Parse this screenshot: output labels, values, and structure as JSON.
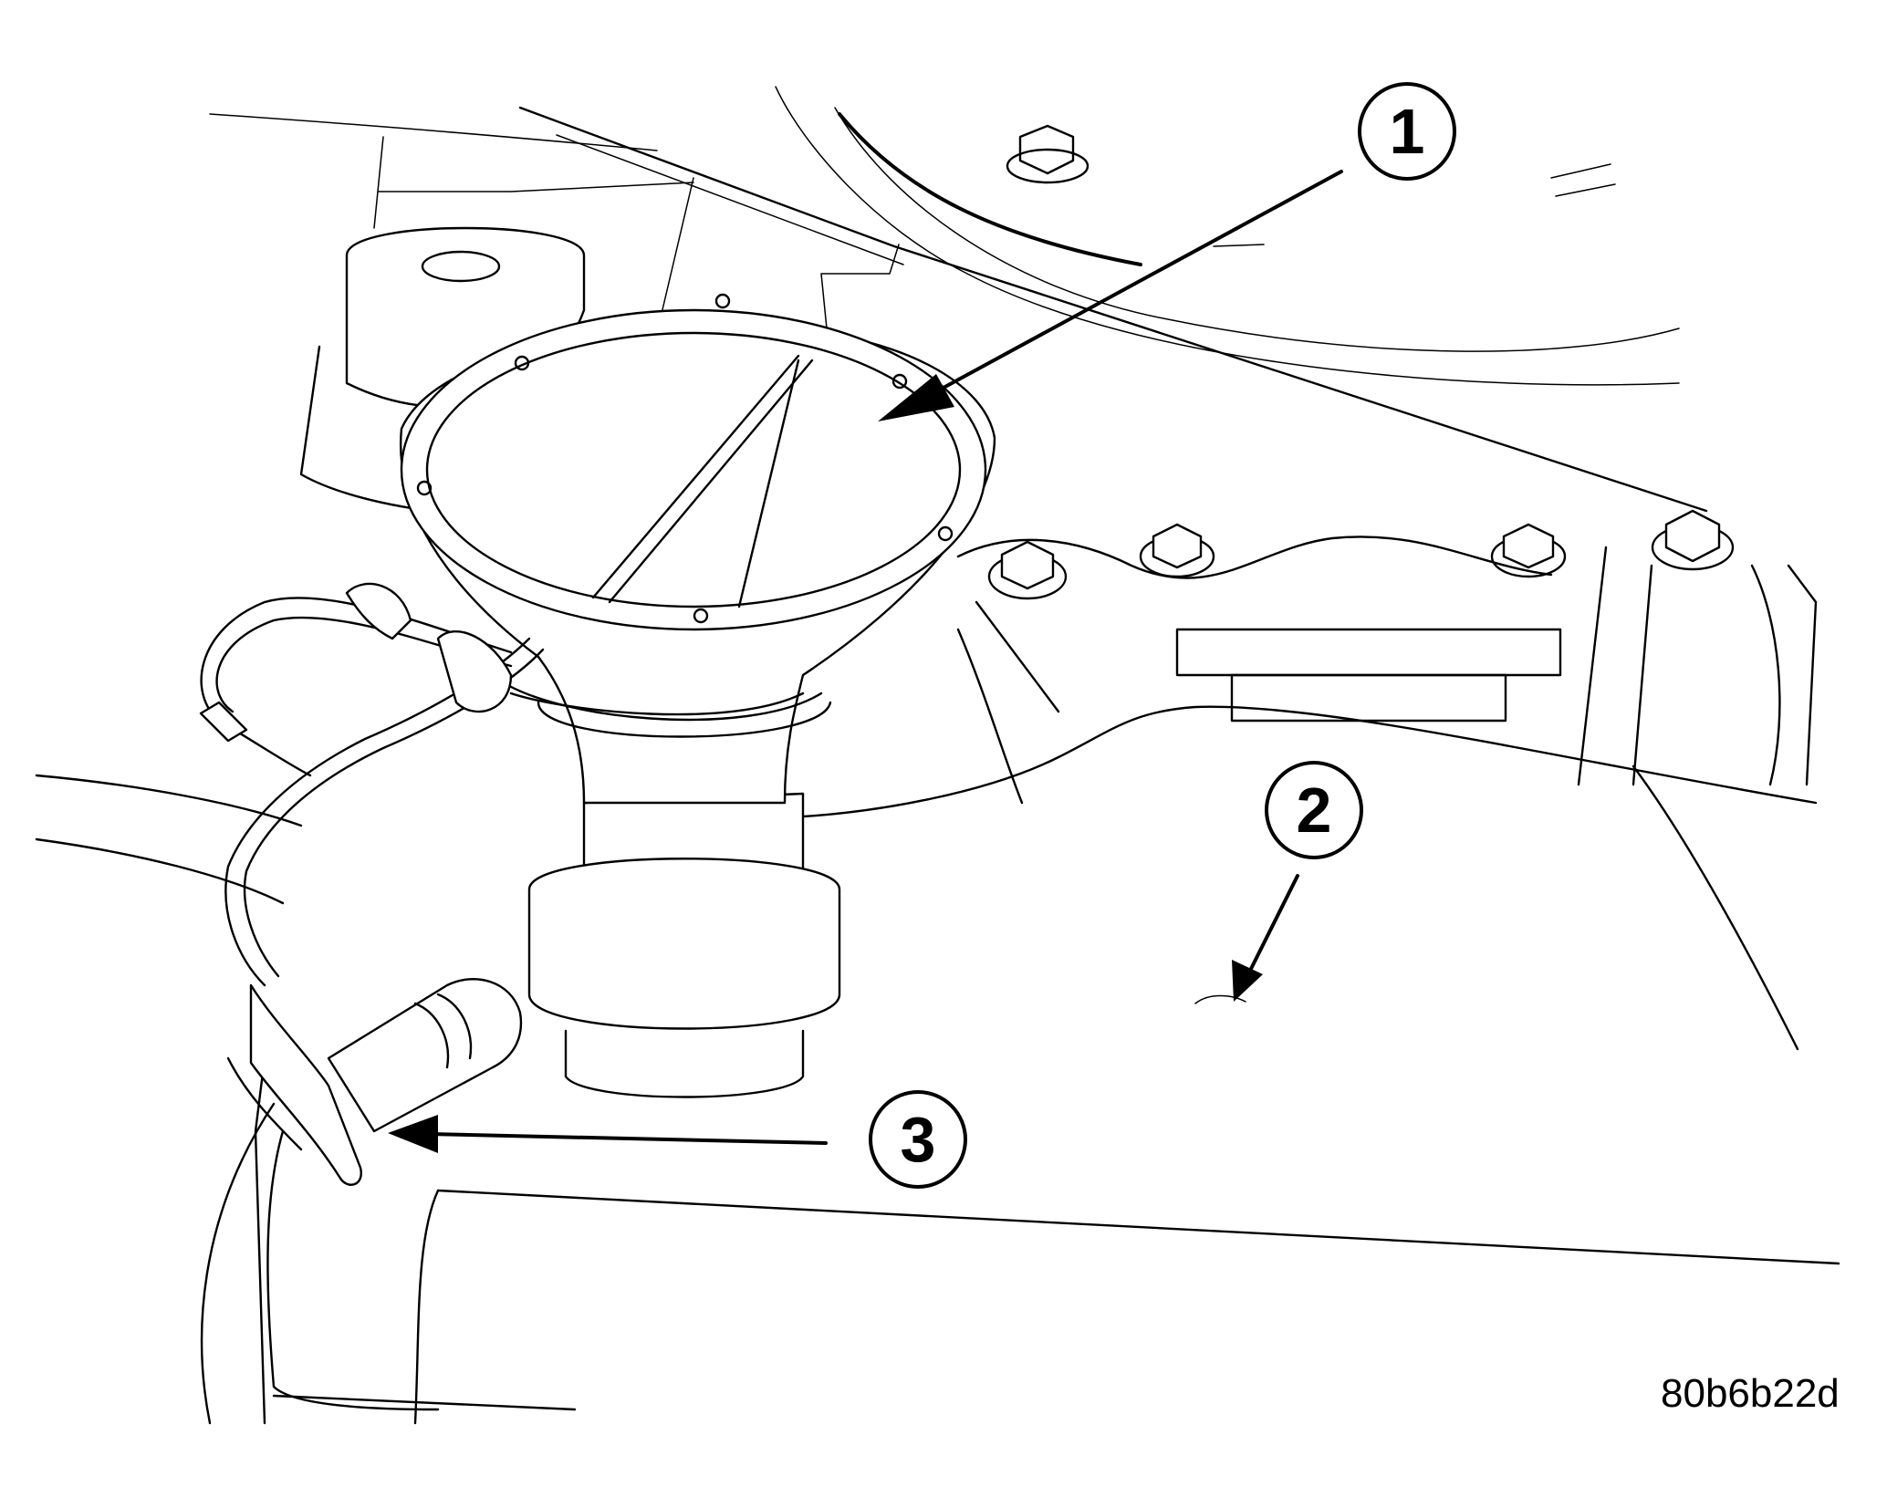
{
  "callouts": [
    {
      "label": "1"
    },
    {
      "label": "2"
    },
    {
      "label": "3"
    }
  ],
  "figure_code": "80b6b22d",
  "colors": {
    "line": "#000000",
    "background": "#ffffff"
  }
}
